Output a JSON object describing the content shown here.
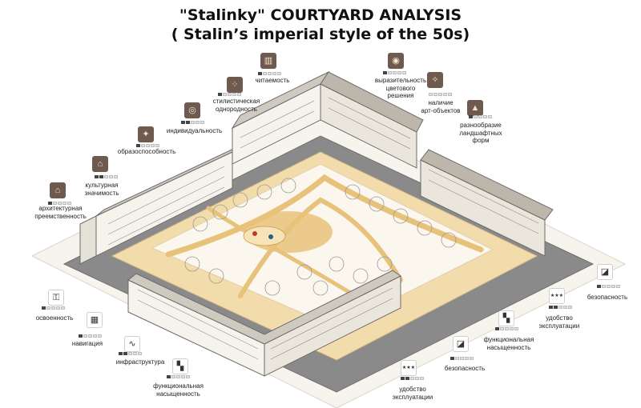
{
  "title": {
    "line1": "\"Stalinky\" COURTYARD ANALYSIS",
    "line2": "( Stalin’s imperial style of the 50s)"
  },
  "colors": {
    "icon_dark": "#6e5a4e",
    "yard": "#f2dcab",
    "path": "#e8c27a",
    "building_wall": "#f6f3ec",
    "road": "#7a7a7a"
  },
  "criteria": [
    {
      "key": "readability",
      "label": "читаемость",
      "icon": "building-icon",
      "style": "dark",
      "score": 1
    },
    {
      "key": "stylistic_uniformity",
      "label": "стилистическая\nоднородность",
      "icon": "dots-icon",
      "style": "dark",
      "score": 1
    },
    {
      "key": "individuality",
      "label": "индивидуальность",
      "icon": "circles-icon",
      "style": "dark",
      "score": 2
    },
    {
      "key": "imageability",
      "label": "образоспособность",
      "icon": "puzzle-icon",
      "style": "dark",
      "score": 1
    },
    {
      "key": "cultural_significance",
      "label": "культурная\nзначимость",
      "icon": "temple-icon",
      "style": "dark",
      "score": 2
    },
    {
      "key": "architectural_continuity",
      "label": "архитектурная\nпреемственность",
      "icon": "house-icon",
      "style": "dark",
      "score": 1
    },
    {
      "key": "color_expressiveness",
      "label": "выразительность\nцветового\nрешения",
      "icon": "palette-icon",
      "style": "dark",
      "score": 1
    },
    {
      "key": "art_objects",
      "label": "наличие\nарт-объектов",
      "icon": "sparkle-icon",
      "style": "dark",
      "score": 0
    },
    {
      "key": "landscape_variety",
      "label": "разнообразие\nландшафтных\nформ",
      "icon": "landscape-icon",
      "style": "dark",
      "score": 1
    },
    {
      "key": "familiarity",
      "label": "освоенность",
      "icon": "key-icon",
      "style": "light",
      "score": 1
    },
    {
      "key": "navigation",
      "label": "навигация",
      "icon": "map-icon",
      "style": "light",
      "score": 1
    },
    {
      "key": "infrastructure",
      "label": "инфраструктура",
      "icon": "wave-icon",
      "style": "light",
      "score": 2
    },
    {
      "key": "functional_saturation_1",
      "label": "функциональная\nнасыщенность",
      "icon": "blocks-icon",
      "style": "light",
      "score": 1
    },
    {
      "key": "convenience_1",
      "label": "удобство\nэксплуатации",
      "icon": "stars-icon",
      "style": "light",
      "score": 2
    },
    {
      "key": "safety_1",
      "label": "безопасность",
      "icon": "camera-icon",
      "style": "light",
      "score": 1
    },
    {
      "key": "functional_saturation_2",
      "label": "функциональная\nнасыщенность",
      "icon": "blocks-icon",
      "style": "light",
      "score": 1
    },
    {
      "key": "convenience_2",
      "label": "удобство\nэксплуатации",
      "icon": "stars-icon",
      "style": "light",
      "score": 2
    },
    {
      "key": "safety_2",
      "label": "безопасность",
      "icon": "camera-icon",
      "style": "light",
      "score": 1
    }
  ]
}
